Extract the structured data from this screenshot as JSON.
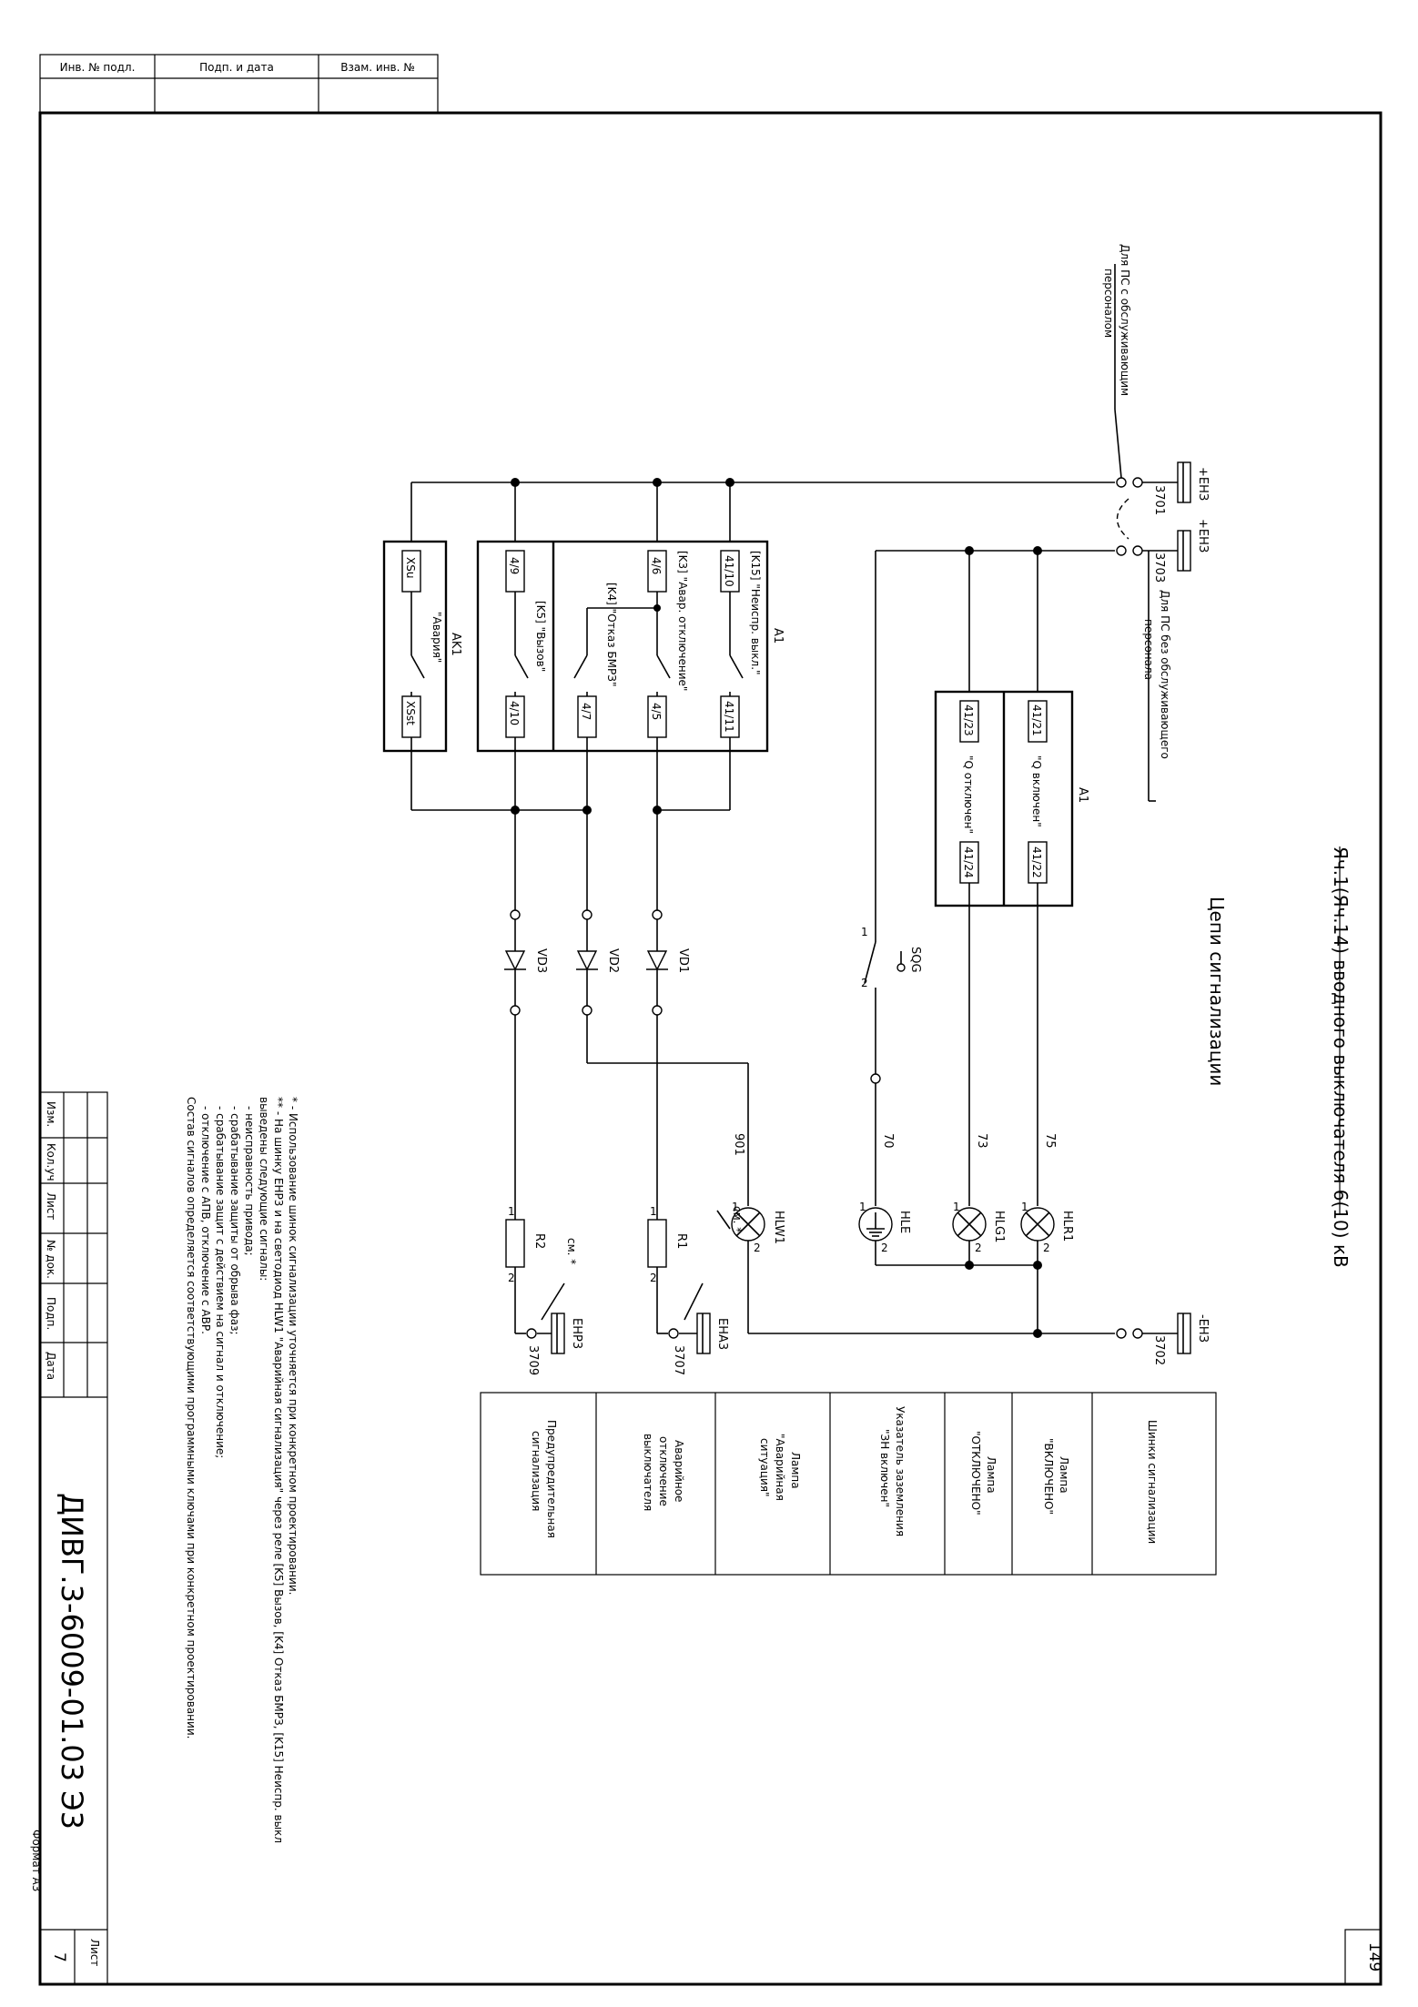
{
  "stamp_top": {
    "inv_podl": "Инв. № подл.",
    "podp_data": "Подп. и дата",
    "vzam_inv": "Взам. инв. №"
  },
  "heading": {
    "title": "Яч.1(Яч.14) вводного выключателя 6(10) кВ",
    "subtitle": "Цепи сигнализации"
  },
  "sheet_no": "149",
  "terminals": {
    "ehz_plus": "+EHЗ",
    "ehz_plus_star": "+EHЗ",
    "ehz_minus": "-EHЗ",
    "ehp3": "EHP3",
    "eha3": "EHA3",
    "n3701": "3701",
    "n3703": "3703",
    "n3702": "3702",
    "n3709": "3709",
    "n3707": "3707"
  },
  "notes_power": {
    "with_staff": [
      "Для ПС с обслуживающим",
      "персоналом"
    ],
    "without_staff": [
      "Для ПС без обслуживающего",
      "персонала"
    ]
  },
  "devices": {
    "A1": "A1",
    "A1b": "A1",
    "AK1": "AK1",
    "k15": "[K15] \"Неиспр. выкл.\"",
    "k3": "[K3] \"Авар. отключение\"",
    "k4": "[K4] \"Отказ БМРЗ\"",
    "k5": "[K5] \"Вызов\"",
    "avaria": "\"Авария\"",
    "q_on": "\"Q включен\"",
    "q_off": "\"Q отключен\"",
    "sqg": "SQG",
    "vd1": "VD1",
    "vd2": "VD2",
    "vd3": "VD3",
    "r1": "R1",
    "r2": "R2",
    "hlw1": "HLW1",
    "hle": "HLE",
    "hlg1": "HLG1",
    "hlr1": "HLR1",
    "sm1": "см. *",
    "sm2": "см. *"
  },
  "pins": {
    "p41_10": "41/10",
    "p41_11": "41/11",
    "p4_6": "4/6",
    "p4_5": "4/5",
    "p4_7": "4/7",
    "p4_9": "4/9",
    "p4_10": "4/10",
    "xsu": "XSu",
    "xsst": "XSst",
    "p41_21": "41/21",
    "p41_22": "41/22",
    "p41_23": "41/23",
    "p41_24": "41/24",
    "one": "1",
    "two": "2"
  },
  "wires": {
    "w75": "75",
    "w73": "73",
    "w70": "70",
    "w901": "901"
  },
  "legend": {
    "header": "Шинки сигнализации",
    "cols": [
      [
        "Лампа",
        "\"ВКЛЮЧЕНО\""
      ],
      [
        "Лампа",
        "\"ОТКЛЮЧЕНО\""
      ],
      [
        "Указатель заземления",
        "\"ЗН включен\""
      ],
      [
        "Лампа",
        "\"Аварийная",
        "ситуация\""
      ],
      [
        "Аварийное",
        "отключение",
        "выключателя"
      ],
      [
        "Предупредительная",
        "сигнализация"
      ]
    ]
  },
  "footnotes": [
    "* - Использование шинок сигнализации уточняется при конкретном проектировании.",
    "** - На шинку EHP3 и на светодиод HLW1 \"Аварийная сигнализация\" через реле [K5] Вызов, [K4] Отказ БМРЗ, [K15] Неиспр. выкл",
    "выведены следующие сигналы:",
    "- неисправность привода;",
    "- срабатывание защиты от обрыва фаз;",
    "- срабатывание защит с действием на сигнал и отключение;",
    "- отключение с АПВ, отключение с АВР.",
    "Состав сигналов определяется соответствующими программными ключами при конкретном проектировании."
  ],
  "title_block": {
    "izm": "Изм.",
    "kol_uch": "Кол.уч",
    "list": "Лист",
    "n_dok": "№ док.",
    "podp": "Подп.",
    "data": "Дата",
    "code": "ДИВГ.3-6009-01.03 Э3",
    "list_label": "Лист",
    "list_num": "7",
    "format": "Формат А3"
  }
}
